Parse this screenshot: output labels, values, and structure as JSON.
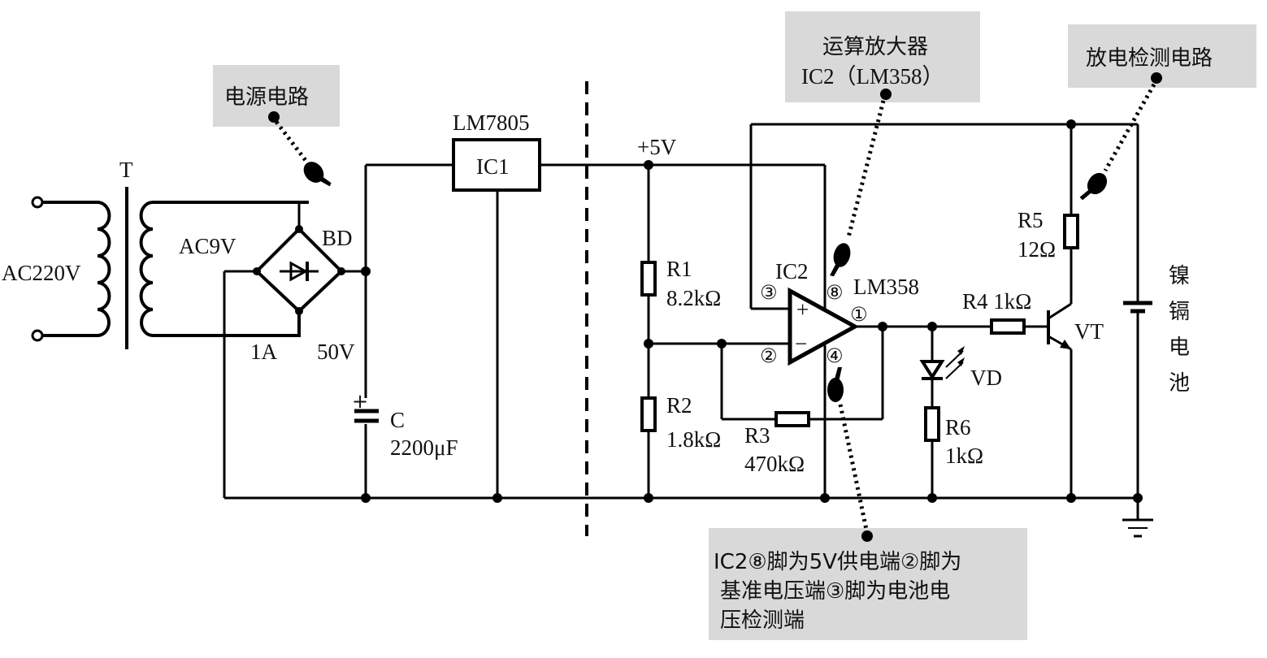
{
  "labels": {
    "ac_input": "AC220V",
    "transformer": "T",
    "secondary": "AC9V",
    "bridge": "BD",
    "bridge_current": "1A",
    "bridge_voltage": "50V",
    "capacitor_name": "C",
    "capacitor_value": "2200μF",
    "regulator_part": "LM7805",
    "regulator_name": "IC1",
    "supply_rail": "+5V",
    "r1_name": "R1",
    "r1_value": "8.2kΩ",
    "r2_name": "R2",
    "r2_value": "1.8kΩ",
    "r3_name": "R3",
    "r3_value": "470kΩ",
    "ic2_name": "IC2",
    "ic2_part": "LM358",
    "pin3": "③",
    "pin8": "⑧",
    "pin1": "①",
    "pin2": "②",
    "pin4": "④",
    "opamp_plus": "+",
    "opamp_minus": "−",
    "r4_label": "R4 1kΩ",
    "vd_name": "VD",
    "r6_name": "R6",
    "r6_value": "1kΩ",
    "r5_name": "R5",
    "r5_value": "12Ω",
    "vt_name": "VT",
    "battery_chars": [
      "镍",
      "镉",
      "电",
      "池"
    ],
    "cap_plus": "+"
  },
  "callouts": {
    "power_circuit": "电源电路",
    "opamp_line1": "运算放大器",
    "opamp_line2": "IC2（LM358）",
    "discharge_detect": "放电检测电路",
    "pin_note_line1": "IC2⑧脚为5V供电端②脚为",
    "pin_note_line2": "基准电压端③脚为电池电",
    "pin_note_line3": "压检测端"
  },
  "icons": [
    "pointing-hand-icon",
    "ground-icon",
    "transistor-npn-icon",
    "led-icon",
    "bridge-rectifier-icon",
    "battery-icon"
  ],
  "colors": {
    "callout_bg": "#d9d9d9",
    "ink": "#000000"
  }
}
